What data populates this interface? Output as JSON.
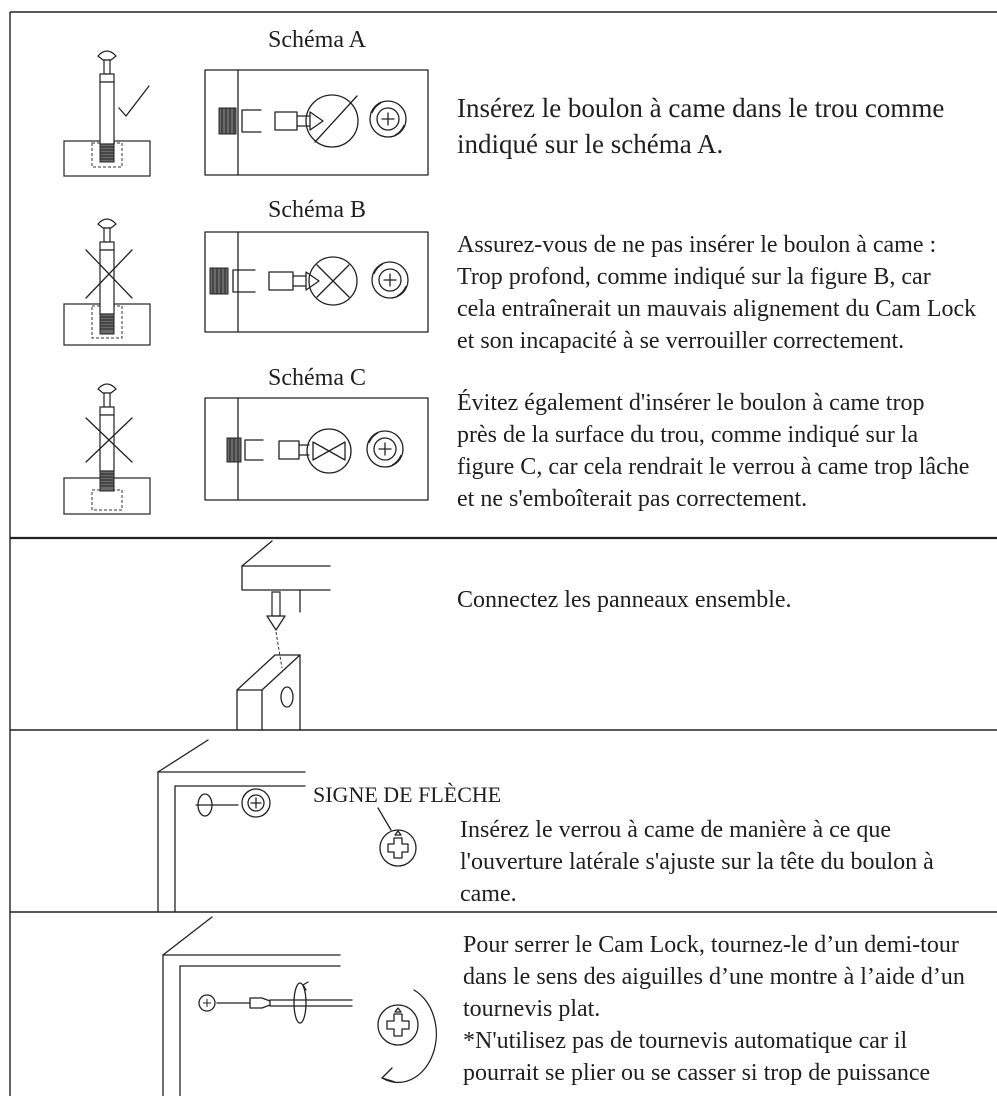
{
  "schemas": [
    {
      "label": "Schéma A",
      "lines": [
        "Insérez le boulon à came dans le trou comme",
        "indiqué sur le schéma A."
      ]
    },
    {
      "label": "Schéma B",
      "lines": [
        "Assurez-vous de ne pas insérer le boulon à came :",
        "Trop profond, comme indiqué sur la figure B, car",
        "cela entraînerait un mauvais alignement du Cam Lock",
        "et son incapacité à se verrouiller correctement."
      ]
    },
    {
      "label": "Schéma C",
      "lines": [
        "Évitez également d'insérer le boulon à came trop",
        "près de la surface du trou, comme indiqué sur la",
        "figure C, car cela rendrait le verrou à came trop lâche",
        "et ne s'emboîterait pas correctement."
      ]
    }
  ],
  "connect_step": {
    "lines": [
      "Connectez les panneaux ensemble."
    ]
  },
  "insert_lock_step": {
    "arrow_sign_label": "SIGNE DE FLÈCHE",
    "lines": [
      "Insérez le verrou à came de manière à ce que",
      "l'ouverture latérale s'ajuste sur la tête du boulon à",
      "came."
    ]
  },
  "tighten_step": {
    "lines": [
      "Pour serrer le Cam Lock, tournez-le d’un demi-tour",
      "dans le sens des aiguilles d’une montre à l’aide d’un",
      "tournevis plat.",
      "*N'utilisez pas de tournevis automatique car il",
      "pourrait se plier ou se casser si trop de puissance"
    ]
  },
  "colors": {
    "ink": "#1f1f1f",
    "paper": "#ffffff"
  }
}
